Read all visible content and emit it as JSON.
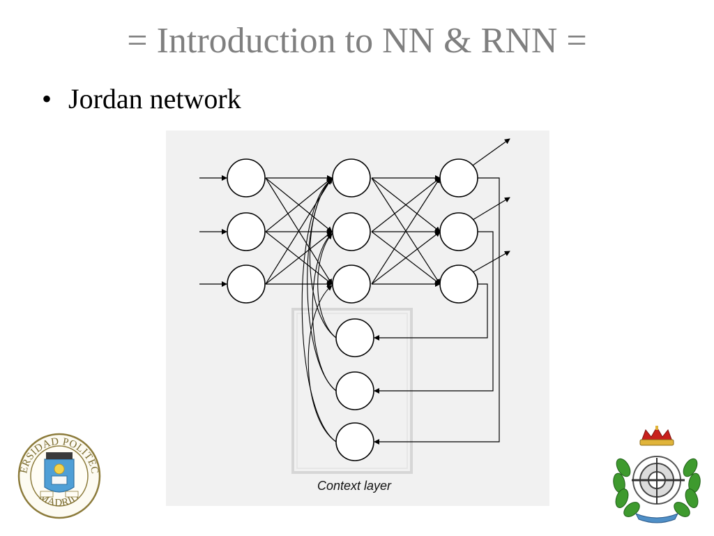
{
  "slide": {
    "title": "= Introduction to NN & RNN =",
    "bullet_marker": "•",
    "bullet_text": "Jordan network"
  },
  "diagram": {
    "context_label": "Context layer",
    "layers": {
      "input": 3,
      "hidden": 3,
      "output": 3,
      "context": 3
    },
    "background_color": "#f1f1f1",
    "context_box_color": "#d9d9d9"
  },
  "logos": {
    "left": {
      "name": "UPM seal",
      "top_text": "UNIVERSIDAD POLITECNICA",
      "bottom_text": "MADRID",
      "primary_color": "#4f9fd6",
      "ring_color": "#8c7b3b"
    },
    "right": {
      "name": "Informatica emblem",
      "leaf_color": "#3e9a2e",
      "crown_color": "#c8201c"
    }
  }
}
